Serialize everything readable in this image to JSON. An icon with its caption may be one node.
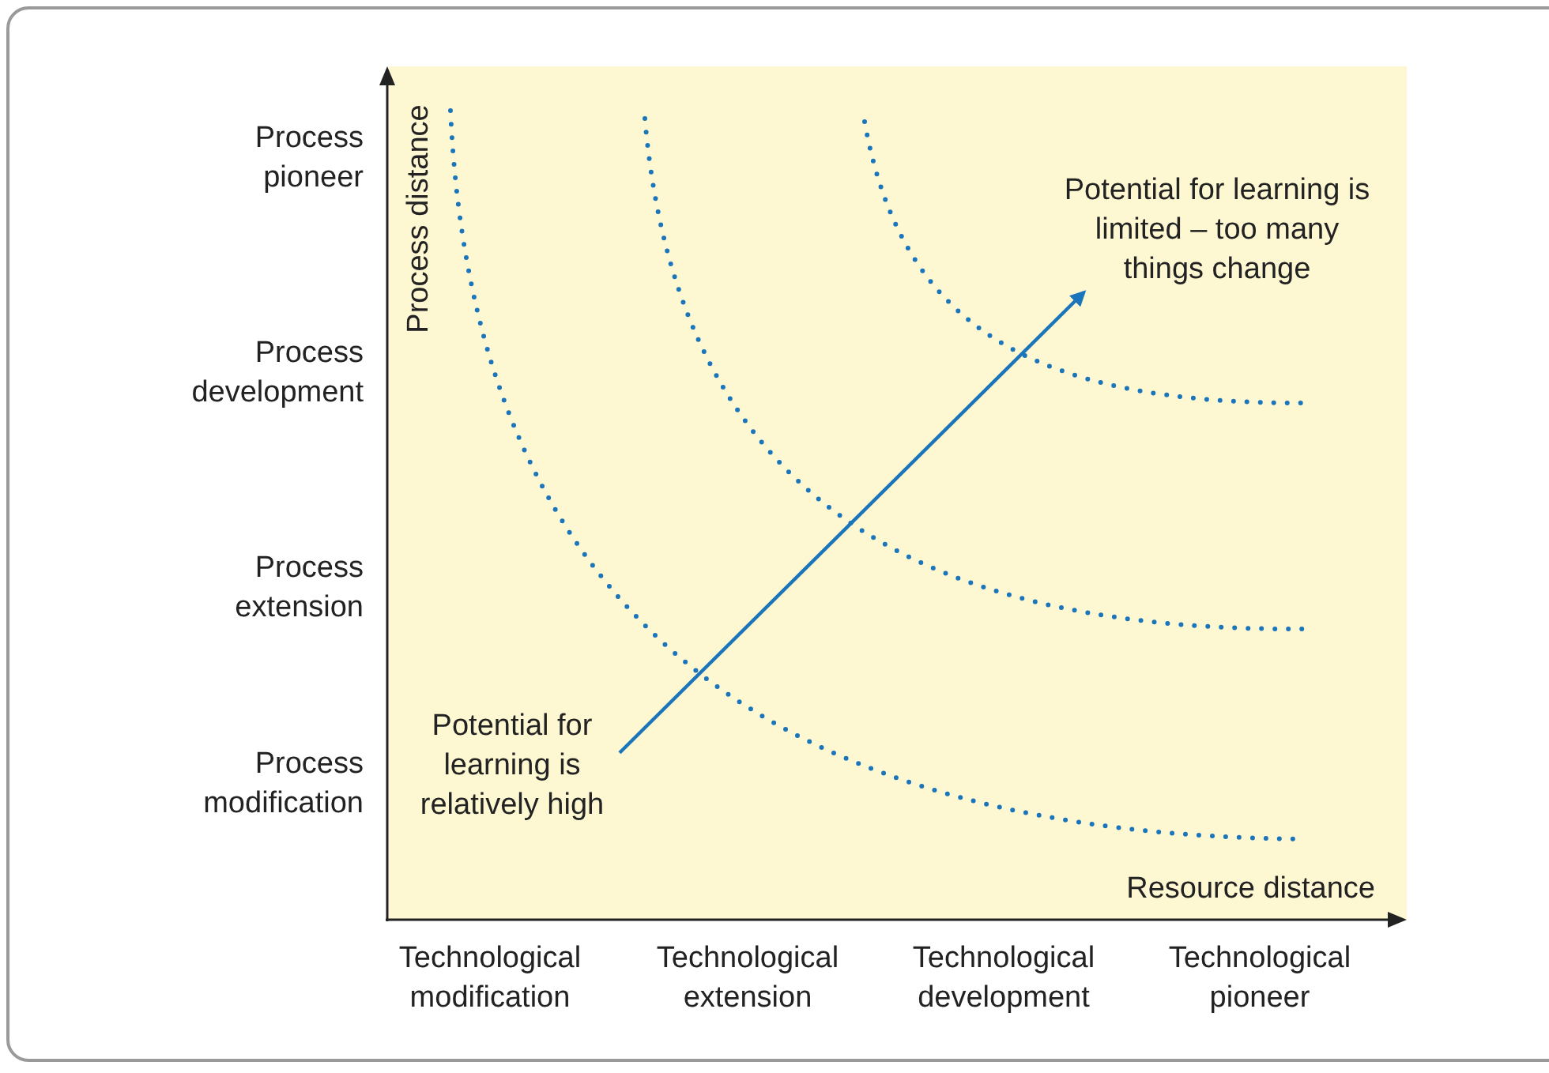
{
  "diagram": {
    "nodes": [
      {
        "text": [
          "Potential for learning is relatively high"
        ]
      },
      {
        "text": [
          "Potential for learning is limited – too many things change"
        ]
      }
    ],
    "edges": [
      {
        "from": 0,
        "to": 1,
        "arrow": "to"
      }
    ],
    "labels": [
      "Process pioneer",
      "Process development",
      "Process extension",
      "Process modification",
      "Process distance",
      "Resource distance",
      "Technological modification",
      "Technological extension",
      "Technological development",
      "Technological pioneer"
    ]
  }
}
